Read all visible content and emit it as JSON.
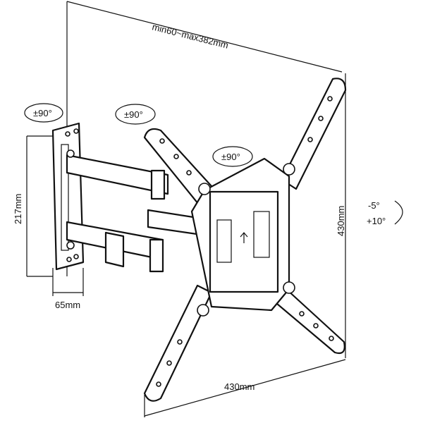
{
  "dimensions": {
    "vesa_range": "min60~max382mm",
    "wall_plate_height": "217mm",
    "wall_plate_depth": "65mm",
    "max_height": "430mm",
    "max_width": "430mm"
  },
  "rotations": {
    "wall_swivel": "±90°",
    "arm_swivel": "±90°",
    "tv_rotation": "±90°"
  },
  "tilt": {
    "down": "-5°",
    "up": "+10°"
  }
}
